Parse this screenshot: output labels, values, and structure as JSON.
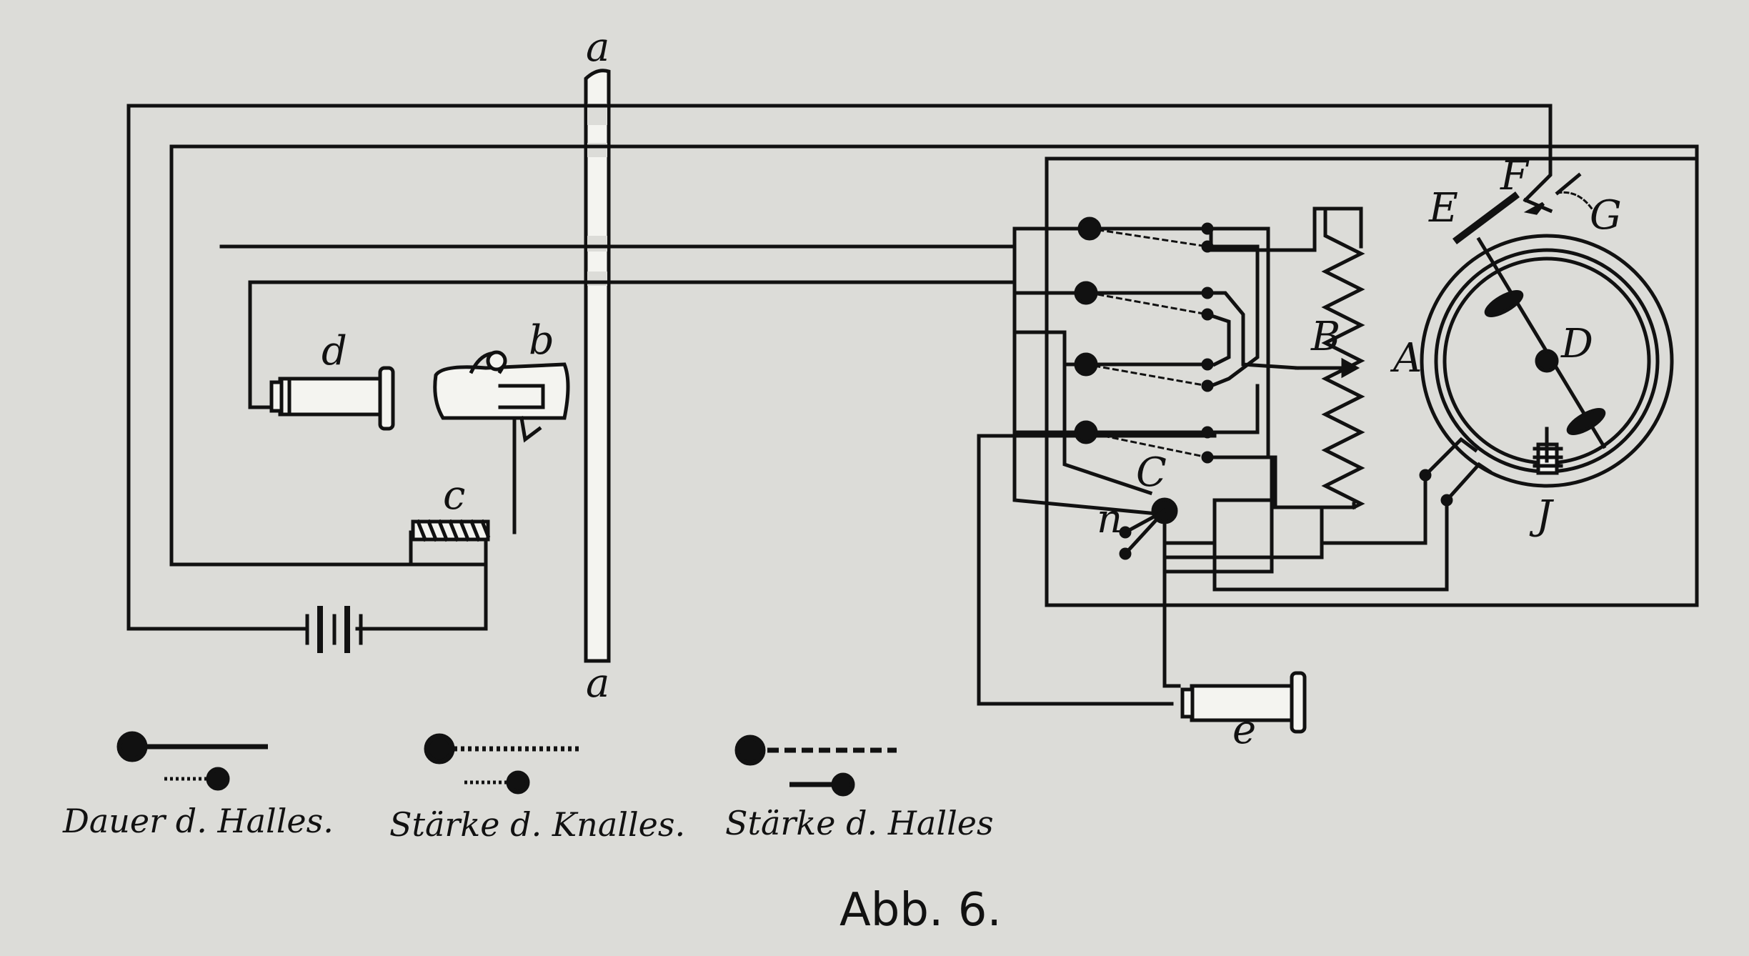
{
  "figure": {
    "caption": "Abb. 6.",
    "labels": {
      "a_top": "a",
      "a_bottom": "a",
      "b": "b",
      "c": "c",
      "d": "d",
      "e": "e",
      "A": "A",
      "B": "B",
      "C": "C",
      "D": "D",
      "E": "E",
      "F": "F",
      "G": "G",
      "J": "J",
      "n": "n"
    },
    "legend": [
      {
        "text": "Dauer d. Halles.",
        "style": "solid"
      },
      {
        "text": "Stärke d. Knalles.",
        "style": "dotted"
      },
      {
        "text": "Stärke d. Halles",
        "style": "dashed"
      }
    ]
  }
}
